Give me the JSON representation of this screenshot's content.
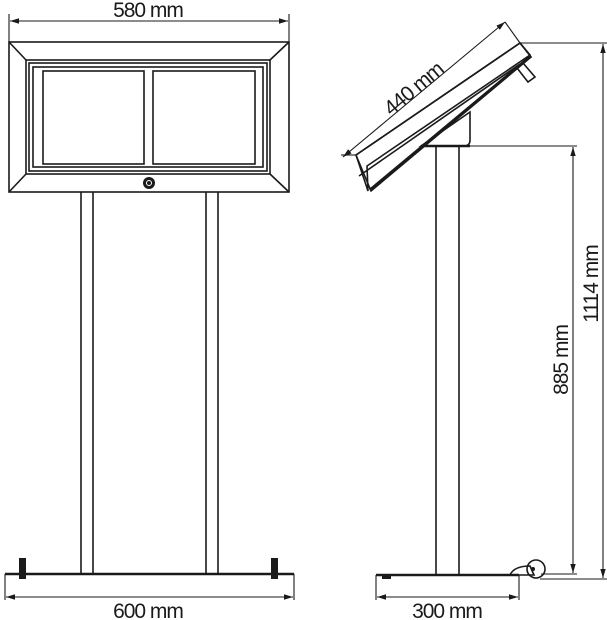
{
  "drawing": {
    "front_view": {
      "width_label": "580 mm",
      "base_label": "600 mm"
    },
    "side_view": {
      "panel_label": "440 mm",
      "base_label": "300 mm",
      "post_height_label": "885 mm",
      "total_height_label": "1114 mm"
    }
  },
  "colors": {
    "line": "#1a1a1a",
    "background": "#ffffff"
  }
}
